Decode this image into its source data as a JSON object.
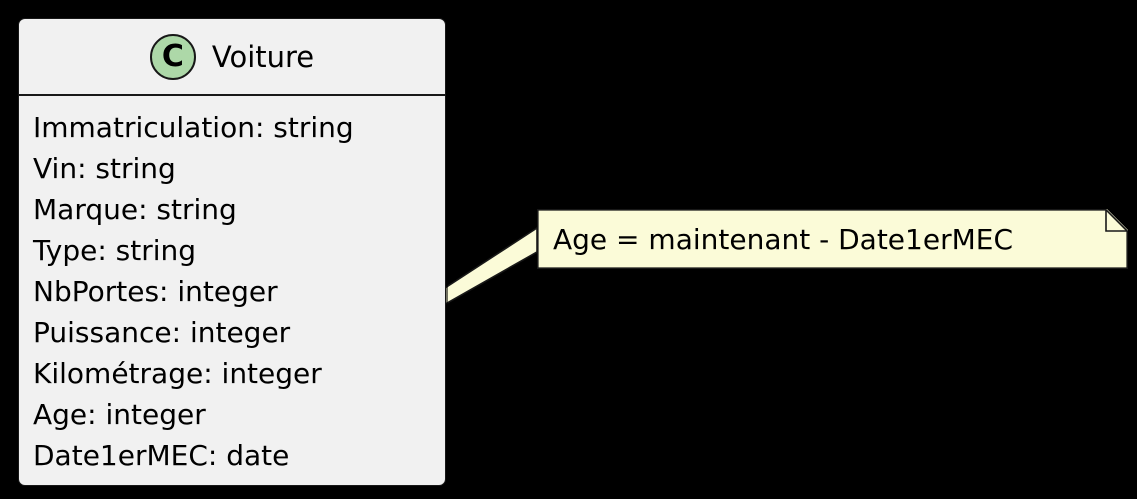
{
  "diagram": {
    "type": "uml-class-diagram",
    "background_color": "#000000"
  },
  "class_box": {
    "stereotype_icon": "class-circle-icon",
    "stereotype_letter": "C",
    "stereotype_color": "#ADD8A8",
    "title": "Voiture",
    "background_color": "#F1F1F1",
    "border_color": "#181818",
    "attributes": [
      {
        "text": "Immatriculation: string"
      },
      {
        "text": "Vin: string"
      },
      {
        "text": "Marque: string"
      },
      {
        "text": "Type: string"
      },
      {
        "text": "NbPortes: integer"
      },
      {
        "text": "Puissance: integer"
      },
      {
        "text": "Kilométrage: integer"
      },
      {
        "text": "Age: integer"
      },
      {
        "text": "Date1erMEC: date"
      }
    ]
  },
  "note": {
    "text": "Age = maintenant - Date1erMEC",
    "background_color": "#FBFBD8",
    "border_color": "#181818",
    "folded_corner": true
  },
  "connector": {
    "kind": "note-anchor-wedge",
    "fill_color": "#FBFBD8",
    "stroke_color": "#181818",
    "from_attribute": "Age: integer",
    "to": "note"
  }
}
